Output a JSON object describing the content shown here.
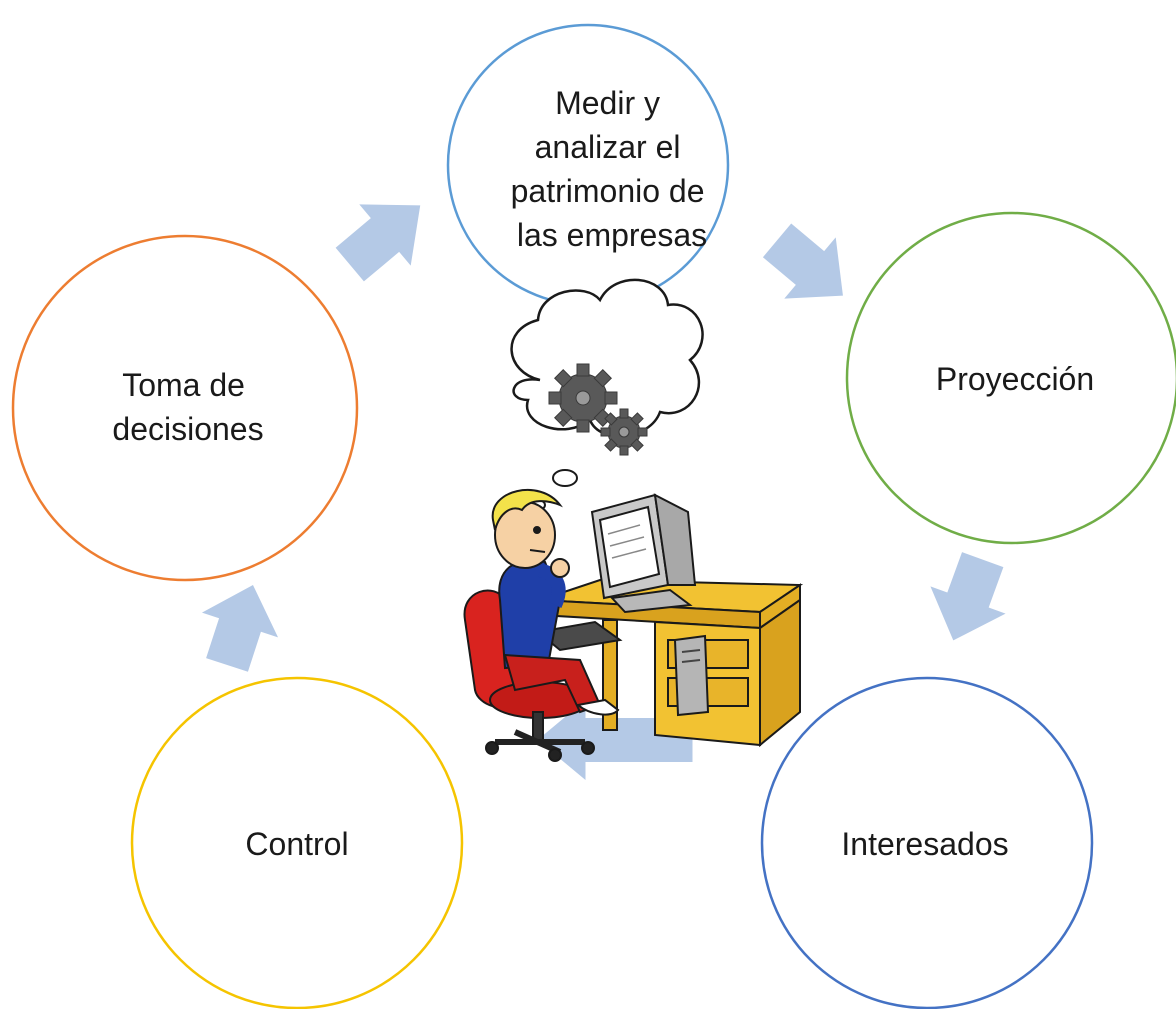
{
  "diagram": {
    "type": "cycle",
    "nodes": [
      {
        "id": "medir",
        "lines": [
          "Medir y",
          "analizar el",
          "patrimonio de",
          "las empresas"
        ],
        "color": "#5B9BD5"
      },
      {
        "id": "proyeccion",
        "lines": [
          "Proyección"
        ],
        "color": "#70AD47"
      },
      {
        "id": "interesados",
        "lines": [
          "Interesados"
        ],
        "color": "#4472C4"
      },
      {
        "id": "control",
        "lines": [
          "Control"
        ],
        "color": "#F5C400"
      },
      {
        "id": "toma",
        "lines": [
          "Toma de",
          "decisiones"
        ],
        "color": "#ED7D31"
      }
    ],
    "edges": [
      {
        "from": "medir",
        "to": "proyeccion"
      },
      {
        "from": "proyeccion",
        "to": "interesados"
      },
      {
        "from": "interesados",
        "to": "control"
      },
      {
        "from": "control",
        "to": "toma"
      },
      {
        "from": "toma",
        "to": "medir"
      }
    ],
    "arrow_color": "#B4C9E6",
    "center_image": "cartoon person thinking at a computer desk, gears in a thought bubble"
  }
}
